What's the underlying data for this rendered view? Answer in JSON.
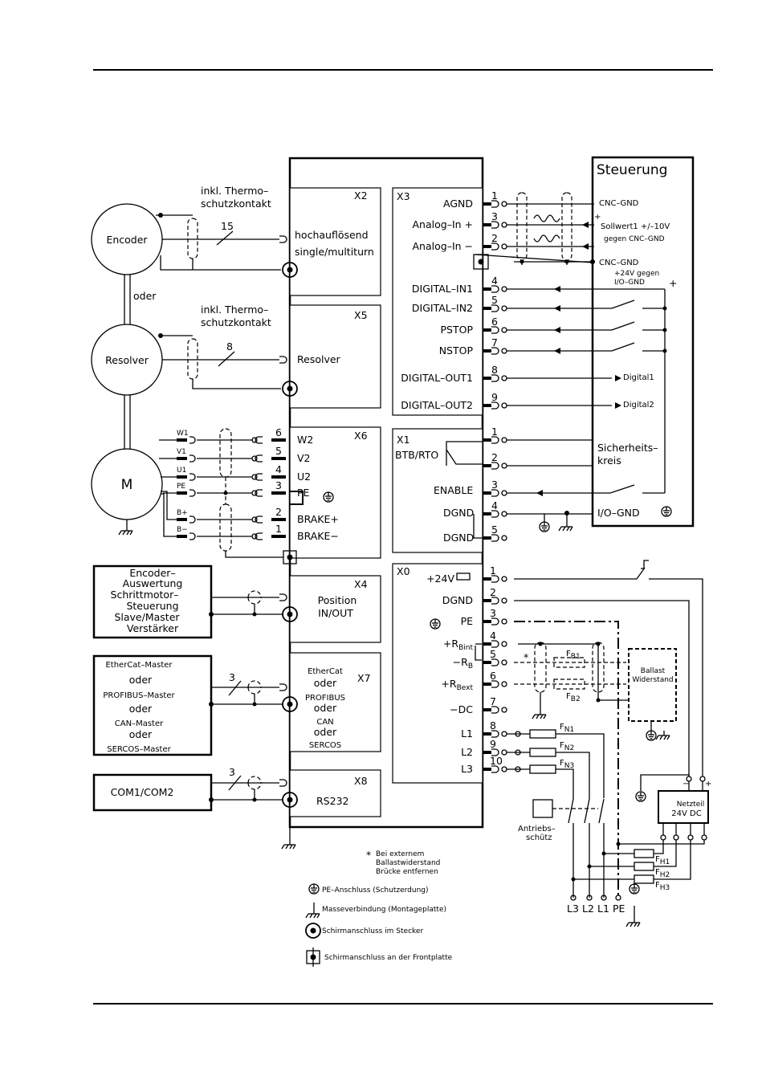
{
  "controller": {
    "title": "Steuerung"
  },
  "x3": {
    "name": "X3",
    "signals": [
      "AGND",
      "Analog–In  +",
      "Analog–In  −",
      "DIGITAL–IN1",
      "DIGITAL–IN2",
      "PSTOP",
      "NSTOP",
      "DIGITAL–OUT1",
      "DIGITAL–OUT2"
    ],
    "pins": [
      "1",
      "3",
      "2",
      "4",
      "5",
      "6",
      "7",
      "8",
      "9"
    ],
    "ctrl": {
      "cnc_gnd": "CNC–GND",
      "sollwert": "Sollwert1  +/–10V",
      "gegen": "gegen CNC–GND",
      "cnc_gnd2": "CNC–GND",
      "plus24": "+24V gegen",
      "io_gnd": "I/O–GND",
      "plus": "+",
      "plus_small": "+",
      "digital1": "Digital1",
      "digital2": "Digital2"
    }
  },
  "x1": {
    "name": "X1",
    "btb": "BTB/RTO",
    "enable": "ENABLE",
    "dgnd1": "DGND",
    "dgnd2": "DGND",
    "pins": [
      "1",
      "2",
      "3",
      "4",
      "5"
    ],
    "sicherheit1": "Sicherheits–",
    "sicherheit2": "kreis",
    "io_gnd": "I/O–GND"
  },
  "x2": {
    "name": "X2",
    "line1": "hochauflösend",
    "line2": "single/multiturn",
    "note1": "inkl. Thermo–",
    "note2": "schutzkontakt",
    "count": "15"
  },
  "x5": {
    "name": "X5",
    "label": "Resolver",
    "note1": "inkl. Thermo–",
    "note2": "schutzkontakt",
    "count": "8"
  },
  "x6": {
    "name": "X6",
    "signals": [
      "W2",
      "V2",
      "U2",
      "PE",
      "BRAKE+",
      "BRAKE−"
    ],
    "pins": [
      "6",
      "5",
      "4",
      "3",
      "2",
      "1"
    ],
    "wires": [
      "W1",
      "V1",
      "U1",
      "PE",
      "B+",
      "B−"
    ]
  },
  "x4": {
    "name": "X4",
    "line1": "Position",
    "line2": "IN/OUT"
  },
  "x7": {
    "name": "X7",
    "lines": [
      "EtherCat",
      "oder",
      "PROFIBUS",
      "oder",
      "CAN",
      "oder",
      "SERCOS"
    ],
    "count": "3"
  },
  "x8": {
    "name": "X8",
    "label": "RS232",
    "count": "3"
  },
  "x0": {
    "name": "X0",
    "signals": [
      "+24V",
      "DGND",
      "PE",
      "+R",
      "Bint",
      "−R",
      "B",
      "+R",
      "Bext",
      "−DC",
      "L1",
      "L2",
      "L3"
    ],
    "pins": [
      "1",
      "2",
      "3",
      "4",
      "5",
      "6",
      "7",
      "8",
      "9",
      "10"
    ],
    "fuses": [
      "F",
      "N1",
      "F",
      "N2",
      "F",
      "N3"
    ],
    "fb": [
      "F",
      "B1",
      "F",
      "B2"
    ],
    "star": "*"
  },
  "devices": {
    "encoder": "Encoder",
    "oder": "oder",
    "resolver": "Resolver",
    "motor": "M",
    "enc_box": [
      "Encoder–",
      "Auswertung",
      "Schrittmotor–",
      "Steuerung",
      "Slave/Master",
      "Verstärker"
    ],
    "fieldbus_box": [
      "EtherCat–Master",
      "oder",
      "PROFIBUS–Master",
      "oder",
      "CAN–Master",
      "oder",
      "SERCOS–Master"
    ],
    "com_box": "COM1/COM2"
  },
  "power": {
    "ballast1": "Ballast",
    "ballast2": "Widerstand",
    "netzteil1": "Netzteil",
    "netzteil2": "24V DC",
    "minus": "−",
    "plus": "+",
    "antrieb1": "Antriebs–",
    "antrieb2": "schütz",
    "mains": [
      "L3",
      "L2",
      "L1",
      "PE"
    ],
    "fh": [
      "F",
      "H1",
      "F",
      "H2",
      "F",
      "H3"
    ]
  },
  "legend": {
    "note_star": "*",
    "note1": "Bei externem",
    "note2": "Ballastwiderstand",
    "note3": "Brücke entfernen",
    "pe": "PE–Anschluss (Schutzerdung)",
    "ground": "Masseverbindung (Montageplatte)",
    "shield_plug": "Schirmanschluss im Stecker",
    "shield_front": "Schirmanschluss an der Frontplatte"
  }
}
